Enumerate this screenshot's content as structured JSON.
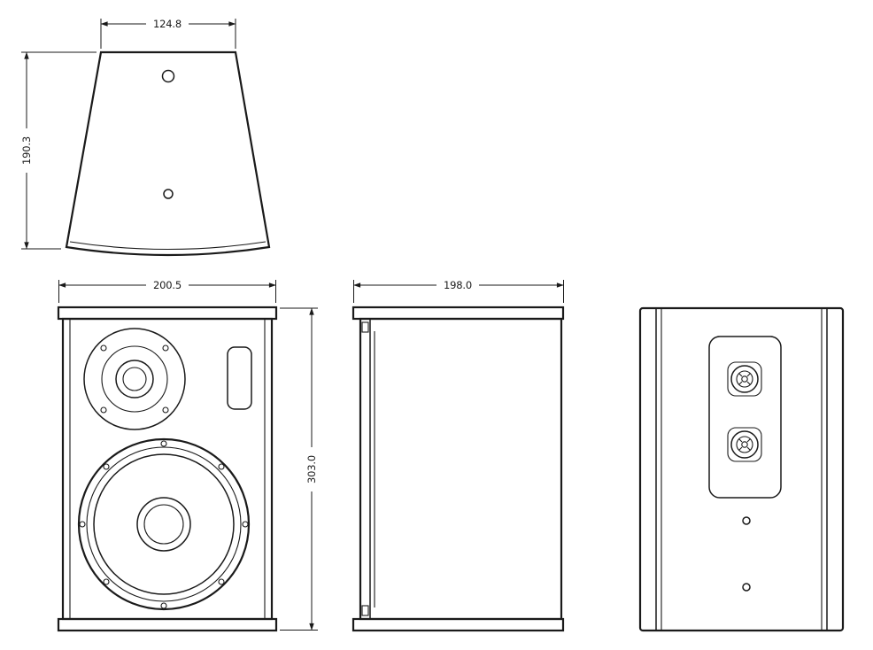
{
  "dims": {
    "top_width": "124.8",
    "top_depth": "190.3",
    "front_width": "200.5",
    "front_height": "303.0",
    "side_depth": "198.0"
  },
  "colors": {
    "line": "#1a1a1a",
    "background": "#ffffff"
  }
}
